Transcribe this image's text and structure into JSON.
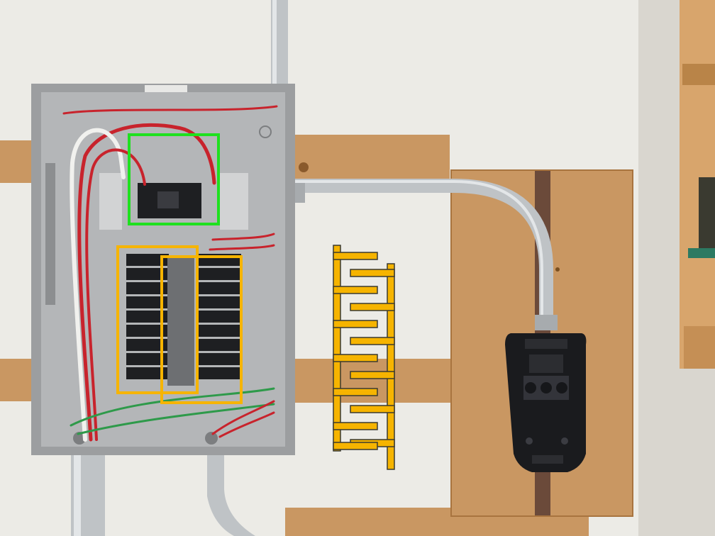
{
  "scene": {
    "subject": "panel-to-charger-install",
    "colors": {
      "wall": "#ecebe6",
      "panel": "#9c9ea0",
      "panel_inner": "#b4b6b8",
      "board": "#c99762",
      "board_dark": "#a8743f",
      "charger": "#1a1b1e",
      "conduit": "#bfc3c6",
      "wire_red": "#c8232c",
      "wire_white": "#f1f1ee",
      "wire_green": "#2e9a4a",
      "highlight_green": "#1fe01f",
      "highlight_orange": "#f6b400",
      "busbar_icon": "#f6b400"
    },
    "icons": [
      "busbar-comb-icon"
    ],
    "breaker_count_left": 9,
    "breaker_count_right": 9
  }
}
